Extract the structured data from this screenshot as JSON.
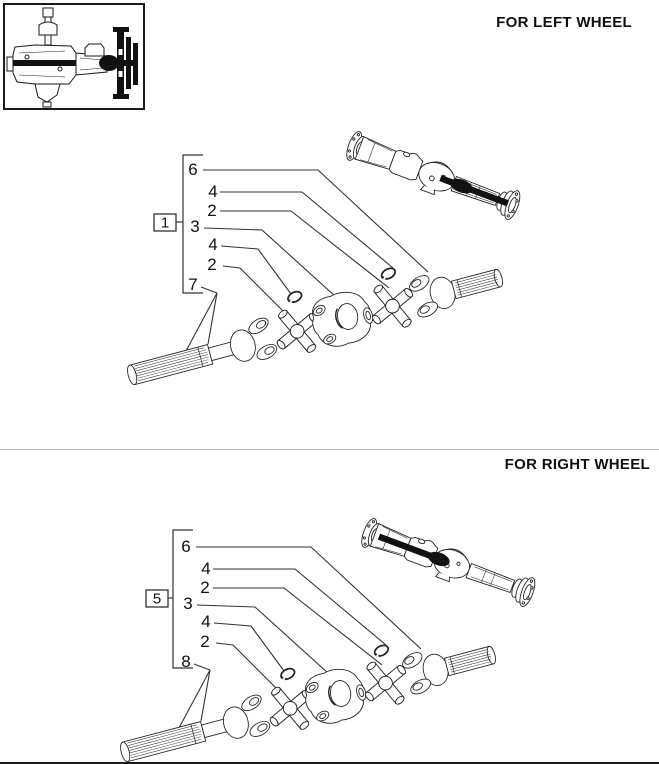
{
  "page": {
    "colors": {
      "line": "#222222",
      "highlight_fill": "#111111",
      "divider": "#b2b2b2",
      "background": "#ffffff"
    }
  },
  "sections": {
    "left": {
      "title": "FOR LEFT WHEEL",
      "group_ref": "1",
      "callouts": [
        "6",
        "4",
        "2",
        "3",
        "4",
        "2",
        "7"
      ]
    },
    "right": {
      "title": "FOR RIGHT WHEEL",
      "group_ref": "5",
      "callouts": [
        "6",
        "4",
        "2",
        "3",
        "4",
        "2",
        "8"
      ]
    }
  }
}
